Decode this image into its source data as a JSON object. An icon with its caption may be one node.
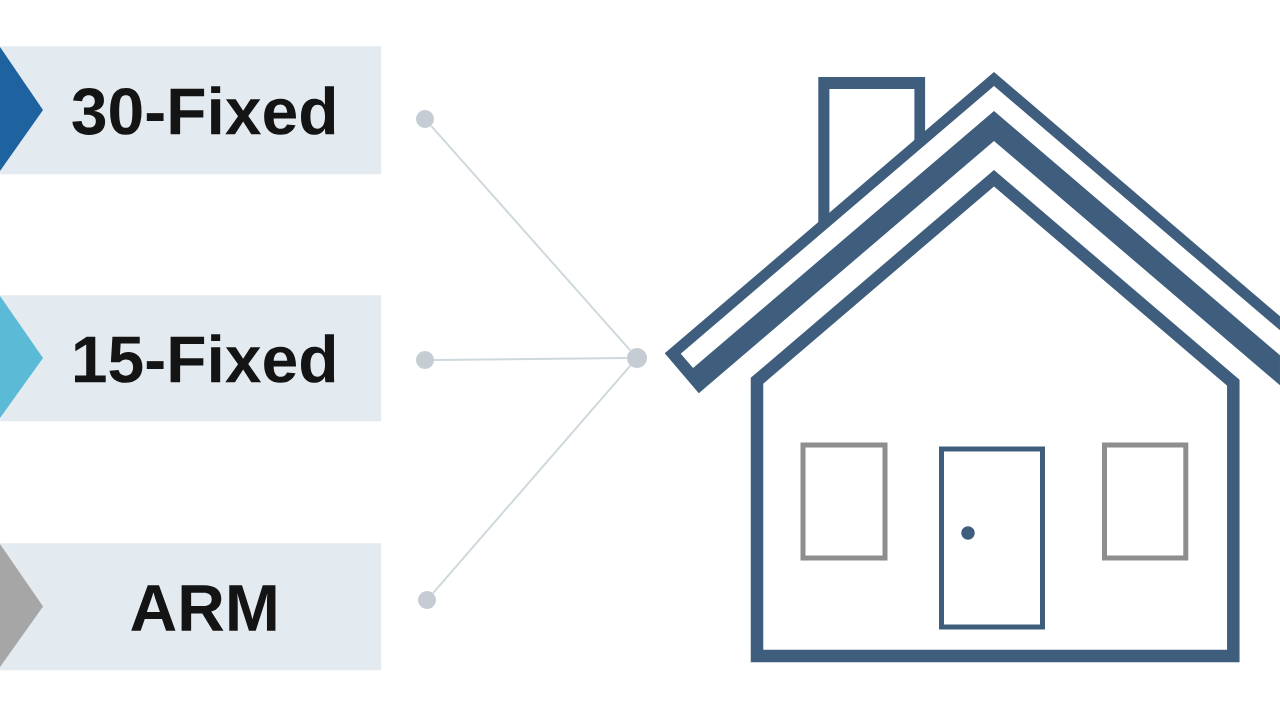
{
  "diagram": {
    "nodes": [
      {
        "text": [
          "30-Fixed"
        ]
      },
      {
        "text": [
          "15-Fixed"
        ]
      },
      {
        "text": [
          "ARM"
        ]
      },
      {
        "text": [],
        "shape": "circle"
      },
      {
        "text": [],
        "shape": "circle"
      },
      {
        "text": [],
        "shape": "circle"
      },
      {
        "text": [],
        "shape": "circle"
      }
    ],
    "edges": [
      {
        "from": 3,
        "to": 6,
        "arrow": "none"
      },
      {
        "from": 4,
        "to": 6,
        "arrow": "none"
      },
      {
        "from": 5,
        "to": 6,
        "arrow": "none"
      }
    ]
  }
}
